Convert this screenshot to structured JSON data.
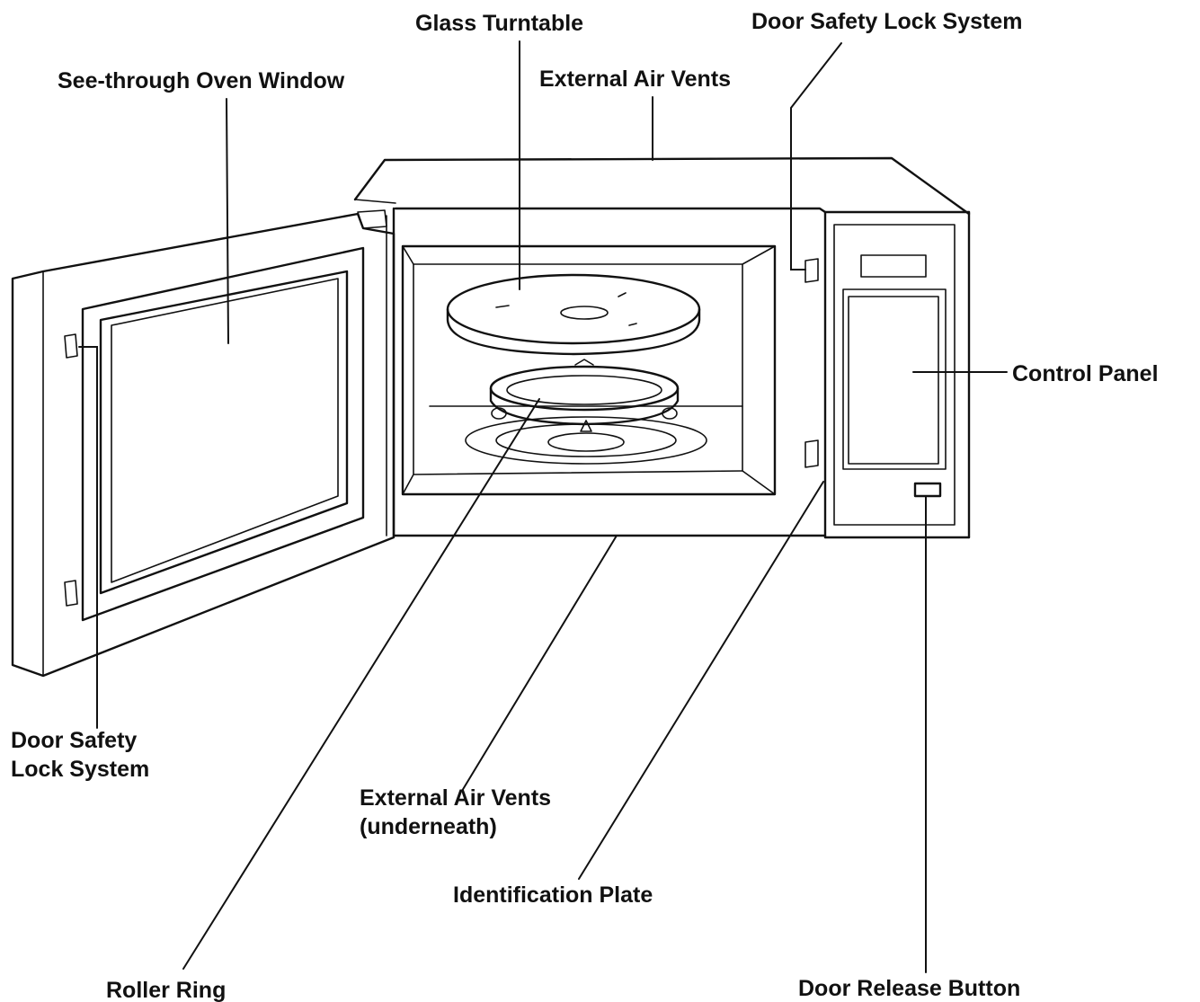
{
  "labels": {
    "glass_turntable": "Glass Turntable",
    "door_safety_lock_top": "Door Safety Lock System",
    "see_through_window": "See-through Oven Window",
    "external_air_vents_top": "External Air Vents",
    "control_panel": "Control Panel",
    "door_safety_lock_left_1": "Door Safety",
    "door_safety_lock_left_2": "Lock System",
    "external_air_vents_bottom_1": "External Air Vents",
    "external_air_vents_bottom_2": "(underneath)",
    "identification_plate": "Identification Plate",
    "roller_ring": "Roller Ring",
    "door_release_button": "Door Release Button"
  }
}
